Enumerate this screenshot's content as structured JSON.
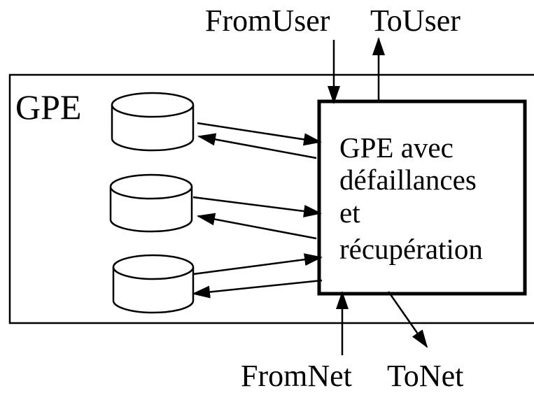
{
  "labels": {
    "from_user": "FromUser",
    "to_user": "ToUser",
    "from_net": "FromNet",
    "to_net": "ToNet",
    "container": "GPE"
  },
  "process_box": {
    "lines": [
      "GPE avec",
      "défaillances",
      "et",
      "récupération"
    ]
  },
  "databases": [
    {
      "id": "db-1"
    },
    {
      "id": "db-2"
    },
    {
      "id": "db-3"
    }
  ]
}
